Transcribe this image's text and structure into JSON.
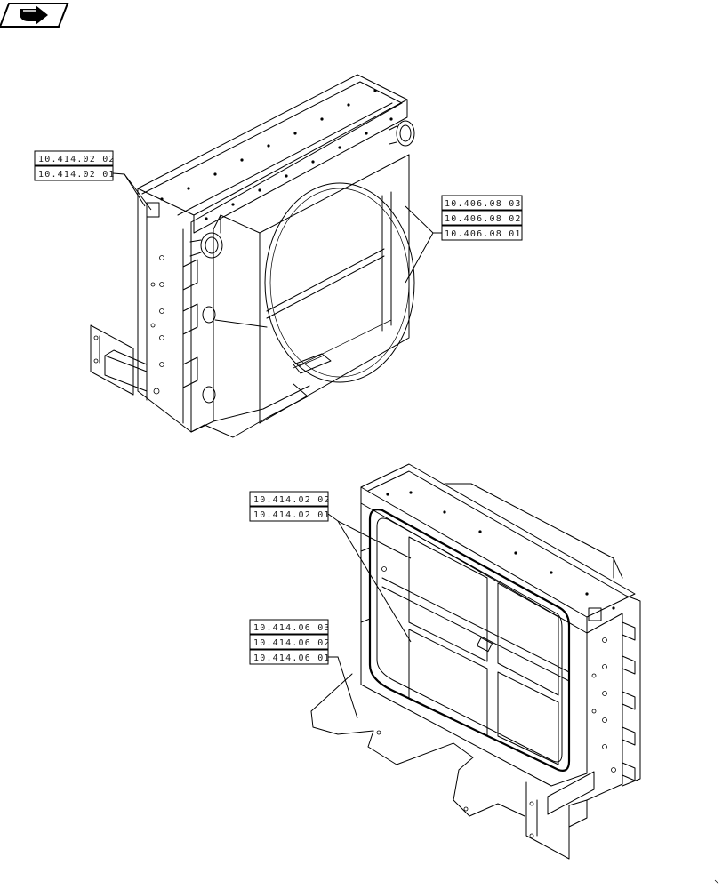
{
  "nav_icon": {
    "name": "next-page-arrow-icon"
  },
  "upper_assembly": {
    "refs_left": [
      "10.414.02 02",
      "10.414.02 01"
    ],
    "refs_right": [
      "10.406.08 03",
      "10.406.08 02",
      "10.406.08 01"
    ]
  },
  "lower_assembly": {
    "refs_top": [
      "10.414.02 02",
      "10.414.02 01"
    ],
    "refs_bottom": [
      "10.414.06 03",
      "10.414.06 02",
      "10.414.06 01"
    ]
  }
}
